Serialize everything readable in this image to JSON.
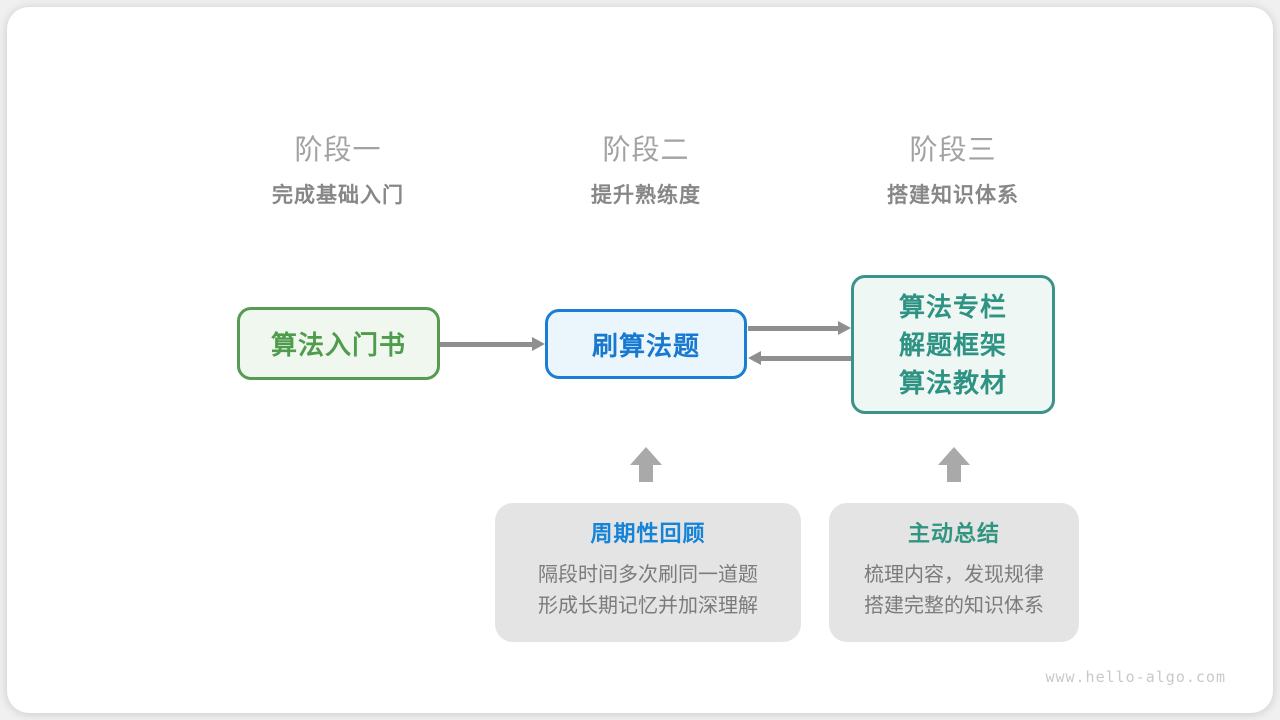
{
  "stages": [
    {
      "label": "阶段一",
      "subtitle": "完成基础入门"
    },
    {
      "label": "阶段二",
      "subtitle": "提升熟练度"
    },
    {
      "label": "阶段三",
      "subtitle": "搭建知识体系"
    }
  ],
  "flow": {
    "node1": {
      "label": "算法入门书"
    },
    "node2": {
      "label": "刷算法题"
    },
    "node3": {
      "lines": [
        "算法专栏",
        "解题框架",
        "算法教材"
      ]
    }
  },
  "notes": [
    {
      "title": "周期性回顾",
      "lines": [
        "隔段时间多次刷同一道题",
        "形成长期记忆并加深理解"
      ]
    },
    {
      "title": "主动总结",
      "lines": [
        "梳理内容，发现规律",
        "搭建完整的知识体系"
      ]
    }
  ],
  "watermark": "www.hello-algo.com",
  "colors": {
    "node1_border": "#569a53",
    "node1_fill": "#f0f7ef",
    "node1_text": "#4f9d4c",
    "node2_border": "#1a7fd2",
    "node2_fill": "#ebf5fc",
    "node2_text": "#1779cf",
    "node3_border": "#3b928a",
    "node3_fill": "#eff7f4",
    "node3_text": "#2e9383",
    "note_bg": "#e4e4e4",
    "note1_title": "#1583d6",
    "note2_title": "#309580",
    "note_text": "#7b7b7b",
    "arrow": "#8f8f8f",
    "block_arrow": "#a9a9a9",
    "stage_label": "#a2a2a2",
    "stage_subtitle": "#878787",
    "watermark": "#c9c9c9",
    "card_bg": "#ffffff"
  }
}
